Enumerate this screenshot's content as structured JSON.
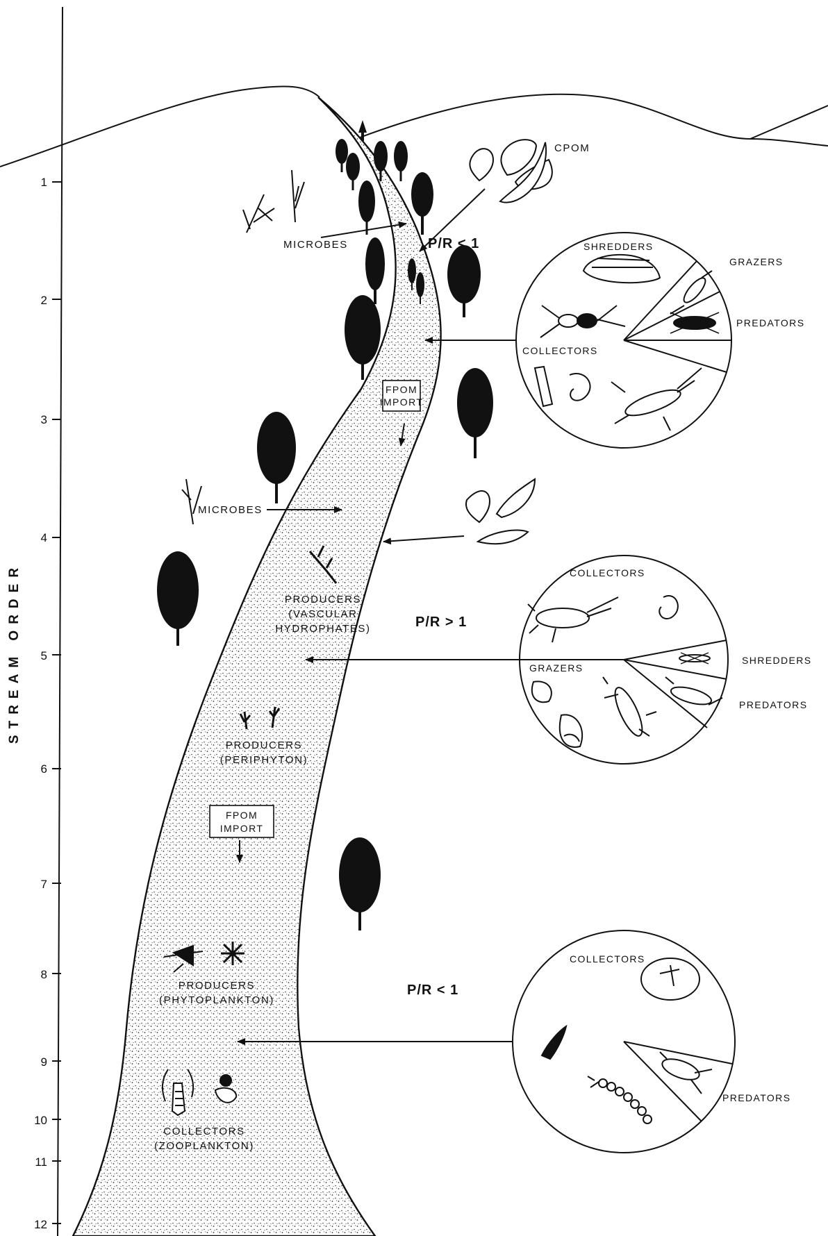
{
  "axis": {
    "label": "STREAM ORDER",
    "ticks": [
      "1",
      "2",
      "3",
      "4",
      "5",
      "6",
      "7",
      "8",
      "9",
      "10",
      "11",
      "12"
    ]
  },
  "ratios": {
    "upper": "P/R < 1",
    "middle": "P/R > 1",
    "lower": "P/R < 1"
  },
  "labels": {
    "cpom": "CPOM",
    "microbes_upper": "MICROBES",
    "microbes_middle": "MICROBES",
    "fpom_import_upper": [
      "FPOM",
      "IMPORT"
    ],
    "fpom_import_lower": [
      "FPOM",
      "IMPORT"
    ],
    "producers_vascular": [
      "PRODUCERS",
      "(VASCULAR",
      "HYDROPHATES)"
    ],
    "producers_periphyton": [
      "PRODUCERS",
      "(PERIPHYTON)"
    ],
    "producers_phytoplankton": [
      "PRODUCERS",
      "(PHYTOPLANKTON)"
    ],
    "collectors_zooplankton": [
      "COLLECTORS",
      "(ZOOPLANKTON)"
    ]
  },
  "pies": {
    "upper": {
      "shredders": "SHREDDERS",
      "grazers": "GRAZERS",
      "predators": "PREDATORS",
      "collectors": "COLLECTORS"
    },
    "middle": {
      "collectors": "COLLECTORS",
      "shredders": "SHREDDERS",
      "grazers": "GRAZERS",
      "predators": "PREDATORS"
    },
    "lower": {
      "collectors": "COLLECTORS",
      "predators": "PREDATORS"
    }
  },
  "style": {
    "ink": "#111111",
    "paper": "#ffffff"
  }
}
